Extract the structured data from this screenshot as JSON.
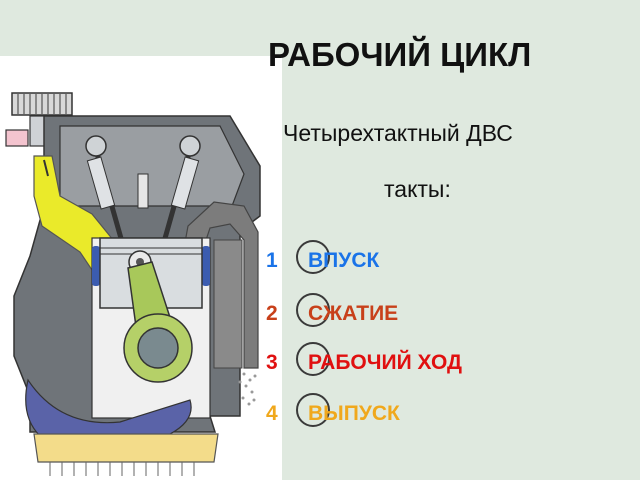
{
  "title": "РАБОЧИЙ ЦИКЛ",
  "subtitle": "Четырехтактный ДВС",
  "strokes_label": "такты:",
  "strokes": [
    {
      "number": "1",
      "name": "ВПУСК",
      "color": "#1a73e8"
    },
    {
      "number": "2",
      "name": "СЖАТИЕ",
      "color": "#c8401a"
    },
    {
      "number": "3",
      "name": "РАБОЧИЙ ХОД",
      "color": "#e01010"
    },
    {
      "number": "4",
      "name": "ВЫПУСК",
      "color": "#f0a81c"
    }
  ],
  "colors": {
    "background": "#dfe9df",
    "engine_block": "#6f7479",
    "intake_channel": "#eaea2a",
    "exhaust_channel": "#777777",
    "piston": "#d9dde0",
    "connecting_rod": "#a8c85a",
    "counterweight": "#5a63a8",
    "oil_pan": "#f3dc8a"
  }
}
